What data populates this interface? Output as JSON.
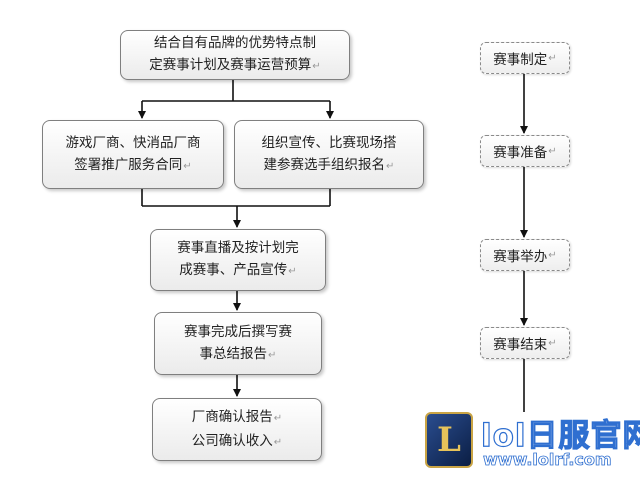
{
  "flow": {
    "plan_box": {
      "line1": "结合自有品牌的优势特点制",
      "line2": "定赛事计划及赛事运营预算"
    },
    "sponsor_box": {
      "line1": "游戏厂商、快消品厂商",
      "line2": "签署推广服务合同"
    },
    "publicity_box": {
      "line1": "组织宣传、比赛现场搭",
      "line2": "建参赛选手组织报名"
    },
    "broadcast_box": {
      "line1": "赛事直播及按计划完",
      "line2": "成赛事、产品宣传"
    },
    "report_box": {
      "line1": "赛事完成后撰写赛",
      "line2": "事总结报告"
    },
    "confirm_box": {
      "line1": "厂商确认报告",
      "line2": "公司确认收入"
    }
  },
  "stages": [
    "赛事制定",
    "赛事准备",
    "赛事举办",
    "赛事结束"
  ],
  "paragraph_mark": "↵",
  "watermark": {
    "logo_letter": "L",
    "title": "lol日服官网",
    "url": "www.lolrf.com"
  },
  "colors": {
    "border": "#7f7f7f",
    "arrow": "#111111",
    "watermark_blue": "#2f6fd0"
  }
}
